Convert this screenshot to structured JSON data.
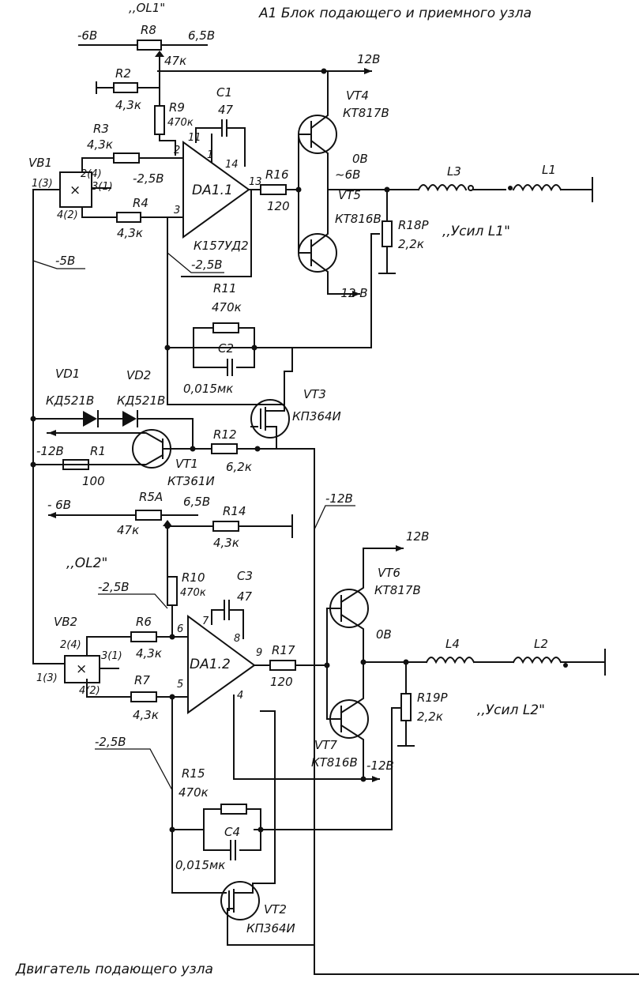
{
  "header": {
    "title": "А1 Блок подающего и приемного узла",
    "ol1": ",,OL1\""
  },
  "footer": {
    "title": "Двигатель подающего узла"
  },
  "upper": {
    "m6v": "-6В",
    "r8": "R8",
    "p65": "6,5В",
    "r8v": "47к",
    "r2": "R2",
    "r2v": "4,3к",
    "r9": "R9",
    "r9v": "470к",
    "c1": "C1",
    "c1v": "47",
    "r3": "R3",
    "r3v": "4,3к",
    "r4": "R4",
    "r4v": "4,3к",
    "vb1": "VB1",
    "vb1p1": "1(3)",
    "vb1p2": "2(4)",
    "vb1p3": "3(1)",
    "vb1p4": "4(2)",
    "m25a": "-2,5В",
    "p2": "2",
    "p3": "3",
    "p11": "11",
    "p1": "1",
    "p14": "14",
    "p13": "13",
    "da": "DA1.1",
    "chip": "К157УД2",
    "r16": "R16",
    "r16v": "120",
    "p12v": "12В",
    "vt4": "VT4",
    "vt4t": "КТ817В",
    "vt5": "VT5",
    "vt5t": "КТ816В",
    "zero": "0В",
    "tilde6": "~6В",
    "l3": "L3",
    "l1": "L1",
    "r18": "R18Р",
    "r18v": "2,2к",
    "usil": ",,Усил L1\"",
    "m12": "-12 В",
    "m5": "-5В",
    "m25b": "-2,5В",
    "r11": "R11",
    "r11v": "470к",
    "c2": "C2",
    "c2v": "0,015мк"
  },
  "middle": {
    "vd1": "VD1",
    "vd1t": "КД521В",
    "vd2": "VD2",
    "vd2t": "КД521В",
    "vt3": "VT3",
    "vt3t": "КП364И",
    "m12": "-12В",
    "r1": "R1",
    "r1v": "100",
    "vt1": "VT1",
    "vt1t": "КТ361И",
    "r12": "R12",
    "r12v": "6,2к",
    "m6": "- 6В",
    "r5": "R5А",
    "p65": "6,5В",
    "r5v": "47к",
    "r14": "R14",
    "r14v": "4,3к",
    "m12r": "-12В",
    "ol2": ",,OL2\""
  },
  "lower": {
    "m25a": "-2,5В",
    "r10": "R10",
    "r10v": "470к",
    "c3": "C3",
    "c3v": "47",
    "vb2": "VB2",
    "vb2p2": "2(4)",
    "vb2p3": "3(1)",
    "vb2p1": "1(3)",
    "vb2p4": "4(2)",
    "r6": "R6",
    "r6v": "4,3к",
    "r7": "R7",
    "r7v": "4,3к",
    "p6": "6",
    "p7": "7",
    "p8": "8",
    "p5": "5",
    "p4": "4",
    "p9": "9",
    "da": "DA1.2",
    "r17": "R17",
    "r17v": "120",
    "p12v": "12В",
    "vt6": "VT6",
    "vt6t": "КТ817В",
    "zero": "0В",
    "l4": "L4",
    "l2": "L2",
    "r19": "R19Р",
    "r19v": "2,2к",
    "usil": ",,Усил L2\"",
    "vt7": "VT7",
    "vt7t": "КТ816В",
    "m12": "-12В",
    "m25b": "-2,5В",
    "r15": "R15",
    "r15v": "470к",
    "c4": "C4",
    "c4v": "0,015мк",
    "vt2": "VT2",
    "vt2t": "КП364И"
  }
}
